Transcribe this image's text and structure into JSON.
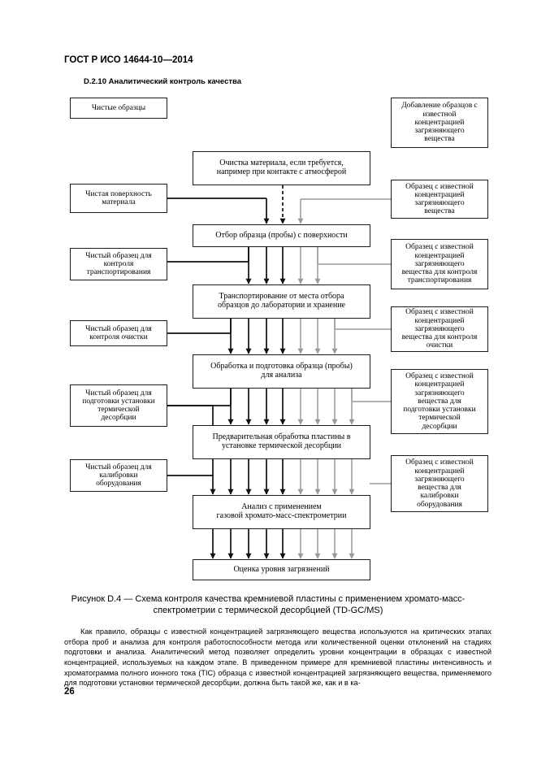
{
  "header": {
    "title": "ГОСТ Р ИСО 14644-10—2014"
  },
  "section": {
    "title": "D.2.10 Аналитический контроль качества"
  },
  "flowchart": {
    "center": [
      "Очистка материала, если требуется,\nнапример при контакте с атмосферой",
      "Отбор образца (пробы) с поверхности",
      "Транспортирование от места отбора\nобразцов до лаборатории и хранение",
      "Обработка и подготовка образца (пробы)\nдля анализа",
      "Предварительная обработка пластины в\nустановке термической десорбции",
      "Анализ с применением\nгазовой хромато-масс-спектрометрии",
      "Оценка уровня загрязнений"
    ],
    "left": [
      "Чистые образцы",
      "Чистая поверхность\nматериала",
      "Чистый образец для\nконтроля\nтранспортирования",
      "Чистый образец для\nконтроля очистки",
      "Чистый образец для\nподготовки установки\nтермической\nдесорбции",
      "Чистый образец для\nкалибровки\nоборудования"
    ],
    "right": [
      "Добавление образцов с\nизвестной\nконцентрацией\nзагрязняющего\nвещества",
      "Образец с известной\nконцентрацией\nзагрязняющего\nвещества",
      "Образец с известной\nконцентрацией\nзагрязняющего\nвещества для контроля\nтранспортирования",
      "Образец с известной\nконцентрацией\nзагрязняющего\nвещества для контроля\nочистки",
      "Образец с известной\nконцентрацией\nзагрязняющего\nвещества для\nподготовки установки\nтермической\nдесорбции",
      "Образец с известной\nконцентрацией\nзагрязняющего\nвещества для\nкалибровки\nоборудования"
    ],
    "colors": {
      "black_line": "#111111",
      "gray_line": "#9a9a9a"
    }
  },
  "figure": {
    "caption": "Рисунок D.4 — Схема контроля качества кремниевой пластины с применением хромато-масс-спектрометрии с термической десорбцией (TD-GC/MS)"
  },
  "body": {
    "paragraph": "Как правило, образцы с известной концентрацией загрязняющего вещества используются на критических этапах отбора проб и анализа для контроля работоспособности метода или количественной оценки отклонений на стадиях подготовки и анализа. Аналитический метод позволяет определить уровни концентрации в образцах с известной концентрацией, используемых на каждом этапе. В приведенном примере для кремниевой пластины интенсивность и хроматограмма полного ионного тока (TIC) образца с известной концентрацией загрязняющего вещества, применяемого для подготовки установки термической десорбции, должна быть такой же, как и в ка-"
  },
  "footer": {
    "page_number": "26"
  }
}
